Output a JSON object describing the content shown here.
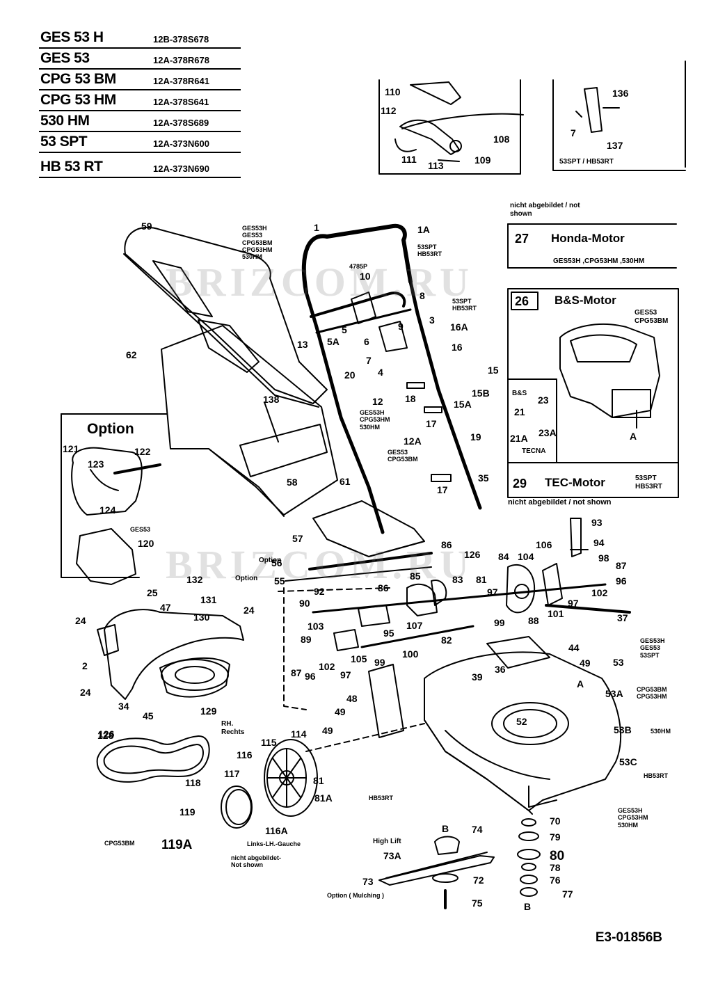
{
  "models": [
    {
      "name": "GES 53 H",
      "code": "12B-378S678"
    },
    {
      "name": "GES 53",
      "code": "12A-378R678"
    },
    {
      "name": "CPG 53 BM",
      "code": "12A-378R641"
    },
    {
      "name": "CPG 53 HM",
      "code": "12A-378S641"
    },
    {
      "name": "530 HM",
      "code": "12A-378S689"
    },
    {
      "name": "53 SPT",
      "code": "12A-373N600"
    },
    {
      "name": "HB 53 RT",
      "code": "12A-373N690"
    }
  ],
  "watermark": "BRIZCOM.RU",
  "drawing_code": "E3-01856B",
  "option_box": {
    "title": "Option"
  },
  "inset_top_right": {
    "variant": "53SPT / HB53RT"
  },
  "not_shown": "nicht abgebildet / not shown",
  "not_shown_bottom": "nicht abgebildet / not shown",
  "engines": {
    "honda": {
      "num": "27",
      "title": "Honda-Motor",
      "models": "GES53H ,CPG53HM ,530HM"
    },
    "bs": {
      "num": "26",
      "title": "B&S-Motor",
      "models": "GES53\nCPG53BM"
    },
    "tec": {
      "num": "29",
      "title": "TEC-Motor",
      "models": "53SPT\nHB53RT"
    },
    "bs_tecna": {
      "bs": "B&S",
      "tecna": "TECNA"
    }
  },
  "notes": {
    "handle_models": "GES53H\nGES53\nCPG53BM\nCPG53HM\n530HM",
    "spt_1a": "53SPT\nHB53RT",
    "spt_5": "53SPT\nHB53RT",
    "n12_models": "GES53H\nCPG53HM\n530HM",
    "n12a_models": "GES53\nCPG53BM",
    "ges53_120": "GES53",
    "n53_models": "GES53H\nGES53\n53SPT",
    "n53a_models": "CPG53BM\nCPG53HM",
    "n53b_models": "530HM",
    "n53c_models": "HB53RT",
    "n70_models": "GES53H\nCPG53HM\n530HM",
    "n81a_models": "HB53RT",
    "n119a_models": "CPG53BM",
    "wheel_right": "RH.\nRechts",
    "wheel_left": "Links-LH.-Gauche",
    "not_shown_small": "nicht abgebildet-\nNot shown",
    "high_lift": "High Lift",
    "option_mulching": "Option ( Mulching )",
    "option_55": "Option",
    "option_56": "Option",
    "n4785": "4785P"
  },
  "labels": [
    {
      "t": "110"
    },
    {
      "t": "112"
    },
    {
      "t": "111"
    },
    {
      "t": "113"
    },
    {
      "t": "109"
    },
    {
      "t": "108"
    },
    {
      "t": "136"
    },
    {
      "t": "7"
    },
    {
      "t": "137"
    },
    {
      "t": "59"
    },
    {
      "t": "1"
    },
    {
      "t": "1A"
    },
    {
      "t": "10"
    },
    {
      "t": "8"
    },
    {
      "t": "3"
    },
    {
      "t": "16A"
    },
    {
      "t": "5"
    },
    {
      "t": "5A"
    },
    {
      "t": "6"
    },
    {
      "t": "9"
    },
    {
      "t": "16"
    },
    {
      "t": "13"
    },
    {
      "t": "7"
    },
    {
      "t": "4"
    },
    {
      "t": "20"
    },
    {
      "t": "15"
    },
    {
      "t": "15B"
    },
    {
      "t": "15A"
    },
    {
      "t": "62"
    },
    {
      "t": "138"
    },
    {
      "t": "12"
    },
    {
      "t": "18"
    },
    {
      "t": "17"
    },
    {
      "t": "12A"
    },
    {
      "t": "19"
    },
    {
      "t": "58"
    },
    {
      "t": "61"
    },
    {
      "t": "17"
    },
    {
      "t": "35"
    },
    {
      "t": "57"
    },
    {
      "t": "56"
    },
    {
      "t": "55"
    },
    {
      "t": "121"
    },
    {
      "t": "123"
    },
    {
      "t": "122"
    },
    {
      "t": "124"
    },
    {
      "t": "120"
    },
    {
      "t": "132"
    },
    {
      "t": "131"
    },
    {
      "t": "25"
    },
    {
      "t": "47"
    },
    {
      "t": "130"
    },
    {
      "t": "24"
    },
    {
      "t": "24"
    },
    {
      "t": "2"
    },
    {
      "t": "24"
    },
    {
      "t": "34"
    },
    {
      "t": "45"
    },
    {
      "t": "129"
    },
    {
      "t": "128"
    },
    {
      "t": "86"
    },
    {
      "t": "126"
    },
    {
      "t": "84"
    },
    {
      "t": "104"
    },
    {
      "t": "106"
    },
    {
      "t": "93"
    },
    {
      "t": "94"
    },
    {
      "t": "98"
    },
    {
      "t": "87"
    },
    {
      "t": "96"
    },
    {
      "t": "102"
    },
    {
      "t": "97"
    },
    {
      "t": "92"
    },
    {
      "t": "85"
    },
    {
      "t": "86"
    },
    {
      "t": "83"
    },
    {
      "t": "81"
    },
    {
      "t": "97"
    },
    {
      "t": "90"
    },
    {
      "t": "99"
    },
    {
      "t": "88"
    },
    {
      "t": "101"
    },
    {
      "t": "37"
    },
    {
      "t": "103"
    },
    {
      "t": "107"
    },
    {
      "t": "95"
    },
    {
      "t": "82"
    },
    {
      "t": "89"
    },
    {
      "t": "102"
    },
    {
      "t": "105"
    },
    {
      "t": "99"
    },
    {
      "t": "100"
    },
    {
      "t": "87"
    },
    {
      "t": "96"
    },
    {
      "t": "97"
    },
    {
      "t": "44"
    },
    {
      "t": "49"
    },
    {
      "t": "39"
    },
    {
      "t": "36"
    },
    {
      "t": "53"
    },
    {
      "t": "A"
    },
    {
      "t": "53A"
    },
    {
      "t": "48"
    },
    {
      "t": "49"
    },
    {
      "t": "52"
    },
    {
      "t": "53B"
    },
    {
      "t": "49"
    },
    {
      "t": "53C"
    },
    {
      "t": "126"
    },
    {
      "t": "114"
    },
    {
      "t": "116"
    },
    {
      "t": "115"
    },
    {
      "t": "117"
    },
    {
      "t": "118"
    },
    {
      "t": "81"
    },
    {
      "t": "81A"
    },
    {
      "t": "119"
    },
    {
      "t": "119A"
    },
    {
      "t": "116A"
    },
    {
      "t": "B"
    },
    {
      "t": "74"
    },
    {
      "t": "73A"
    },
    {
      "t": "73"
    },
    {
      "t": "72"
    },
    {
      "t": "75"
    },
    {
      "t": "70"
    },
    {
      "t": "79"
    },
    {
      "t": "80"
    },
    {
      "t": "78"
    },
    {
      "t": "76"
    },
    {
      "t": "77"
    },
    {
      "t": "B"
    },
    {
      "t": "21"
    },
    {
      "t": "23"
    },
    {
      "t": "21A"
    },
    {
      "t": "23A"
    },
    {
      "t": "A"
    }
  ]
}
